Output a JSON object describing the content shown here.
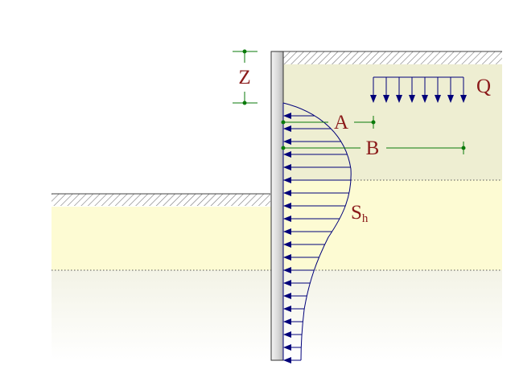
{
  "labels": {
    "z": "Z",
    "a": "A",
    "b": "B",
    "q": "Q",
    "sh_main": "S",
    "sh_sub": "h"
  },
  "colors": {
    "soil_upper": "#eeeed2",
    "soil_middle": "#fdfbd3",
    "soil_lower": "#f6f6ec",
    "wall_light": "#f2f2f2",
    "wall_dark": "#b8b8b8",
    "pressure": "#00007a",
    "dimension": "#0a7a0a",
    "label": "#8b1a1a",
    "hatch": "#777777"
  }
}
